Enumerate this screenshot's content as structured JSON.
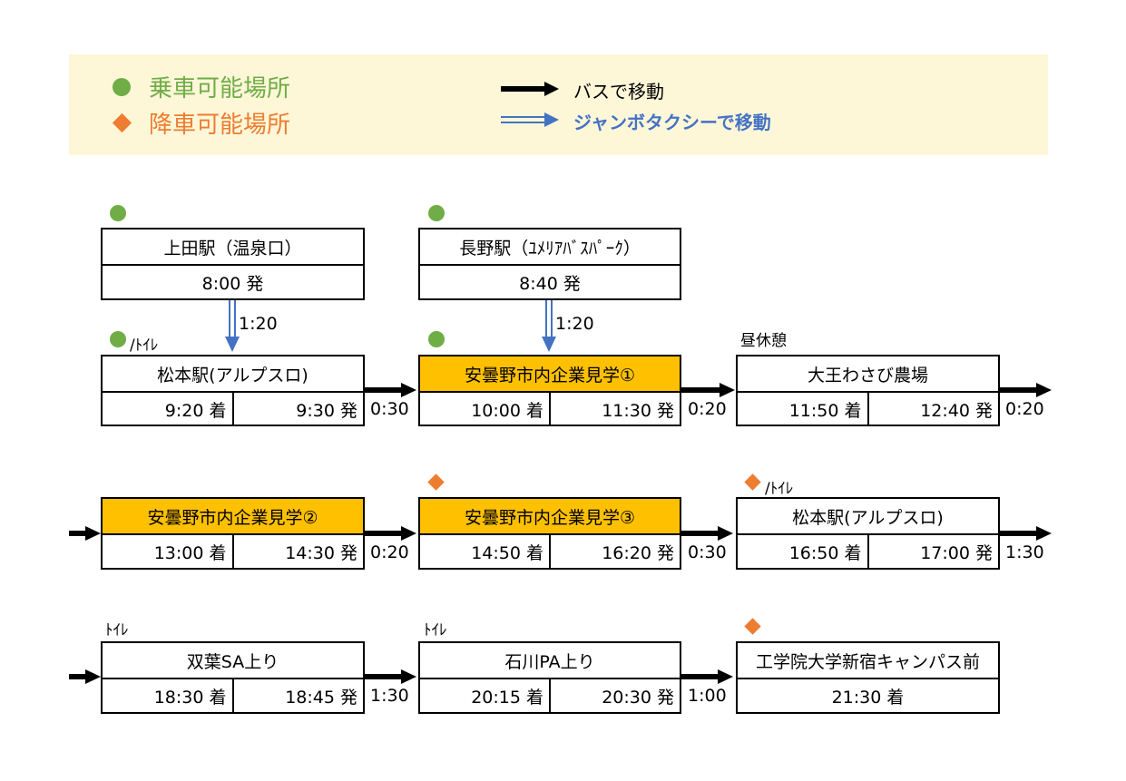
{
  "legend": {
    "boarding": "乗車可能場所",
    "alighting": "降車可能場所",
    "bus": "バスで移動",
    "taxi": "ジャンボタクシーで移動",
    "colors": {
      "boarding": "#70ad47",
      "alighting": "#ed7d31",
      "taxi": "#4472c4",
      "highlight": "#ffc000",
      "legend_bg": "#fdf7d8"
    }
  },
  "stops": {
    "ueda": {
      "name": "上田駅（温泉口）",
      "depart": "8:00 発"
    },
    "nagano": {
      "name": "長野駅（ﾕﾒﾘｱﾊﾞｽﾊﾟｰｸ）",
      "depart": "8:40 発"
    },
    "matsumoto1": {
      "name": "松本駅(アルプスロ)",
      "arrive": "9:20 着",
      "depart": "9:30 発"
    },
    "visit1": {
      "name": "安曇野市内企業見学①",
      "arrive": "10:00 着",
      "depart": "11:30 発"
    },
    "daio": {
      "name": "大王わさび農場",
      "arrive": "11:50 着",
      "depart": "12:40 発"
    },
    "visit2": {
      "name": "安曇野市内企業見学②",
      "arrive": "13:00 着",
      "depart": "14:30 発"
    },
    "visit3": {
      "name": "安曇野市内企業見学③",
      "arrive": "14:50 着",
      "depart": "16:20 発"
    },
    "matsumoto2": {
      "name": "松本駅(アルプスロ)",
      "arrive": "16:50 着",
      "depart": "17:00 発"
    },
    "futaba": {
      "name": "双葉SA上り",
      "arrive": "18:30 着",
      "depart": "18:45 発"
    },
    "ishikawa": {
      "name": "石川PA上り",
      "arrive": "20:15 着",
      "depart": "20:30 発"
    },
    "kogakuin": {
      "name": "工学院大学新宿キャンパス前",
      "arrive": "21:30 着"
    }
  },
  "notes": {
    "toilet_matsumoto1": "/ﾄｲﾚ",
    "lunch": "昼休憩",
    "toilet_matsumoto2": "/ﾄｲﾚ",
    "toilet_futaba": "ﾄｲﾚ",
    "toilet_ishikawa": "ﾄｲﾚ"
  },
  "durations": {
    "ueda_matsumoto": "1:20",
    "nagano_visit1": "1:20",
    "matsumoto_visit1": "0:30",
    "visit1_daio": "0:20",
    "daio_visit2": "0:20",
    "visit2_visit3": "0:20",
    "visit3_matsumoto2": "0:30",
    "matsumoto2_futaba": "1:30",
    "futaba_ishikawa": "1:30",
    "ishikawa_kogakuin": "1:00"
  }
}
